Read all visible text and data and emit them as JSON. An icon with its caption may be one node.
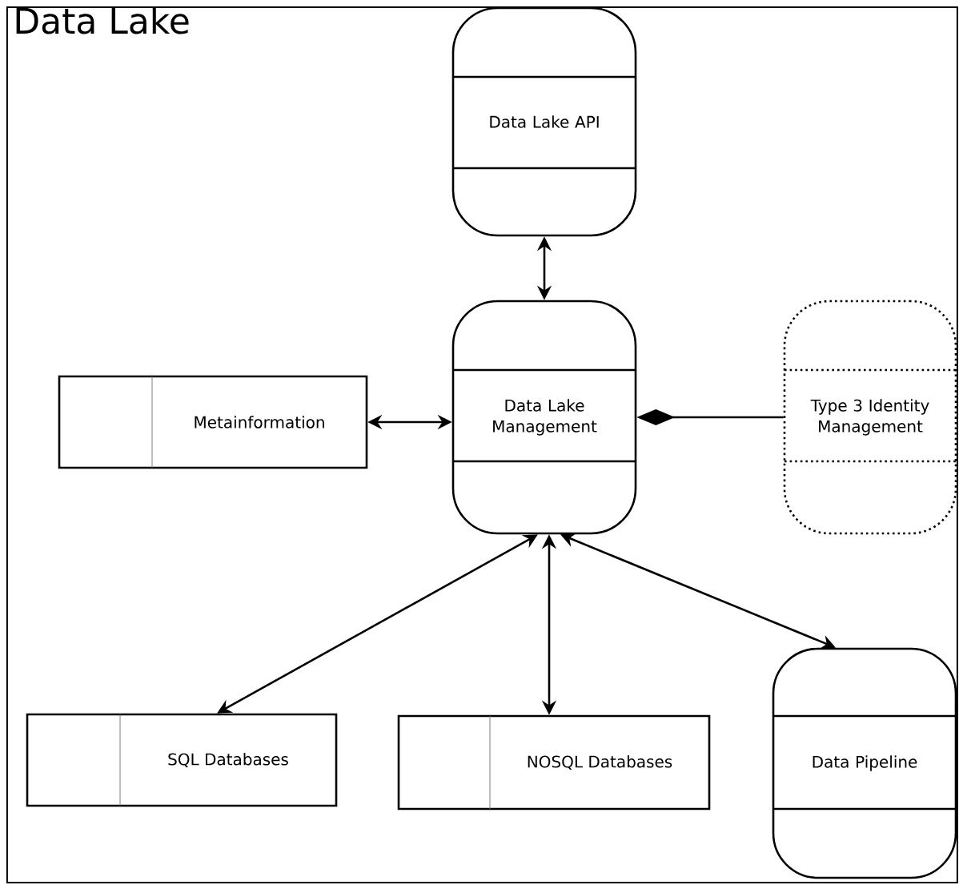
{
  "diagram": {
    "nodes": [
      {
        "text": [
          "Data Lake"
        ]
      },
      {
        "text": [
          "Data Lake API"
        ],
        "in": 0
      },
      {
        "text": [
          "Data Lake Management"
        ],
        "in": 0
      },
      {
        "text": [
          "Metainformation"
        ],
        "in": 0
      },
      {
        "text": [
          "Type 3 Identity Management"
        ],
        "in": 0
      },
      {
        "text": [
          "SQL Databases"
        ],
        "in": 0
      },
      {
        "text": [
          "NOSQL Databases"
        ],
        "in": 0
      },
      {
        "text": [
          "Data Pipeline"
        ],
        "in": 0
      }
    ],
    "edges": [
      {
        "from": 1,
        "to": 2,
        "arrow": "both"
      },
      {
        "from": 3,
        "to": 2,
        "arrow": "both"
      },
      {
        "from": 4,
        "to": 2,
        "arrow": "other"
      },
      {
        "from": 2,
        "to": 5,
        "arrow": "both"
      },
      {
        "from": 2,
        "to": 6,
        "arrow": "both"
      },
      {
        "from": 2,
        "to": 7,
        "arrow": "both"
      }
    ]
  }
}
